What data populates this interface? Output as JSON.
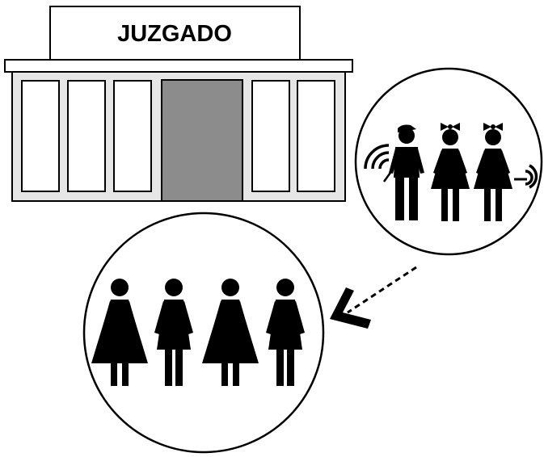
{
  "building": {
    "sign_label": "JUZGADO",
    "door_color": "#8c8c8c",
    "wall_color": "#e6e6e6"
  },
  "colors": {
    "ink": "#000000",
    "background": "#ffffff"
  },
  "small_group": {
    "members": [
      "boy-with-cap",
      "girl-with-bow",
      "girl-with-bow"
    ]
  },
  "large_group": {
    "members": [
      "woman-wide-dress",
      "woman-narrow-dress",
      "woman-wide-dress",
      "woman-narrow-dress"
    ]
  },
  "icons": [
    "courthouse-icon",
    "sound-waves-icon",
    "dashed-arrow-icon"
  ]
}
